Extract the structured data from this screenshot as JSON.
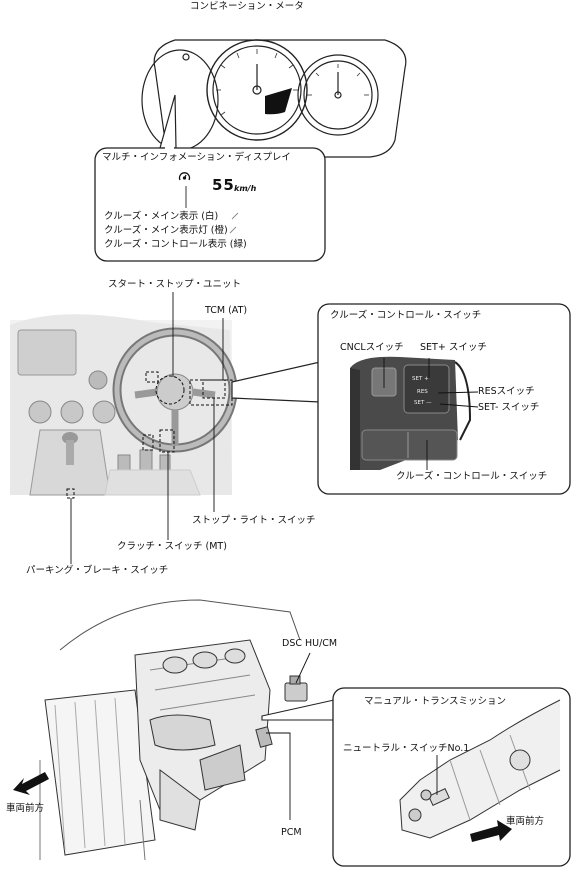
{
  "labels": {
    "combination_meter": "コンビネーション・メータ",
    "multi_info_display": "マルチ・インフォメーション・ディスプレイ",
    "speed_value": "55",
    "speed_unit": "km/h",
    "cruise_main_white": "クルーズ・メイン表示 (白)",
    "cruise_main_amber": "クルーズ・メイン表示灯 (橙)",
    "cruise_control_green": "クルーズ・コントロール表示 (緑)",
    "start_stop_unit": "スタート・ストップ・ユニット",
    "tcm_at": "TCM (AT)",
    "cruise_switch_title": "クルーズ・コントロール・スイッチ",
    "cncl_switch": "CNCLスイッチ",
    "set_plus_switch": "SET+ スイッチ",
    "res_switch": "RESスイッチ",
    "set_minus_switch": "SET- スイッチ",
    "cruise_switch_bottom": "クルーズ・コントロール・スイッチ",
    "stop_light_switch": "ストップ・ライト・スイッチ",
    "clutch_switch_mt": "クラッチ・スイッチ (MT)",
    "parking_brake_switch": "パーキング・ブレーキ・スイッチ",
    "dsc_hu_cm": "DSC HU/CM",
    "manual_transmission": "マニュアル・トランスミッション",
    "neutral_switch": "ニュートラル・スイッチNo.1",
    "vehicle_front_left": "車両前方",
    "vehicle_front_right": "車両前方",
    "pcm": "PCM",
    "switch_set_plus": "SET +",
    "switch_res": "RES",
    "switch_set_minus": "SET —"
  }
}
